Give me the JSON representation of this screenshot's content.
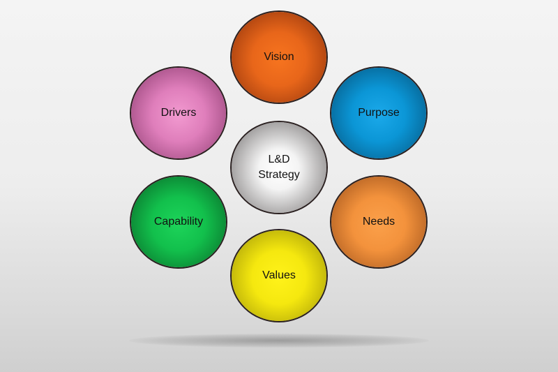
{
  "diagram": {
    "center": "L&D Strategy",
    "center_lines": [
      "L&D",
      "Strategy"
    ],
    "nodes": [
      {
        "label": "Vision",
        "color": "#e8661a"
      },
      {
        "label": "Purpose",
        "color": "#0b96d6"
      },
      {
        "label": "Needs",
        "color": "#f3923c"
      },
      {
        "label": "Values",
        "color": "#f5e80f"
      },
      {
        "label": "Capability",
        "color": "#12c04c"
      },
      {
        "label": "Drivers",
        "color": "#df7ebb"
      }
    ]
  }
}
